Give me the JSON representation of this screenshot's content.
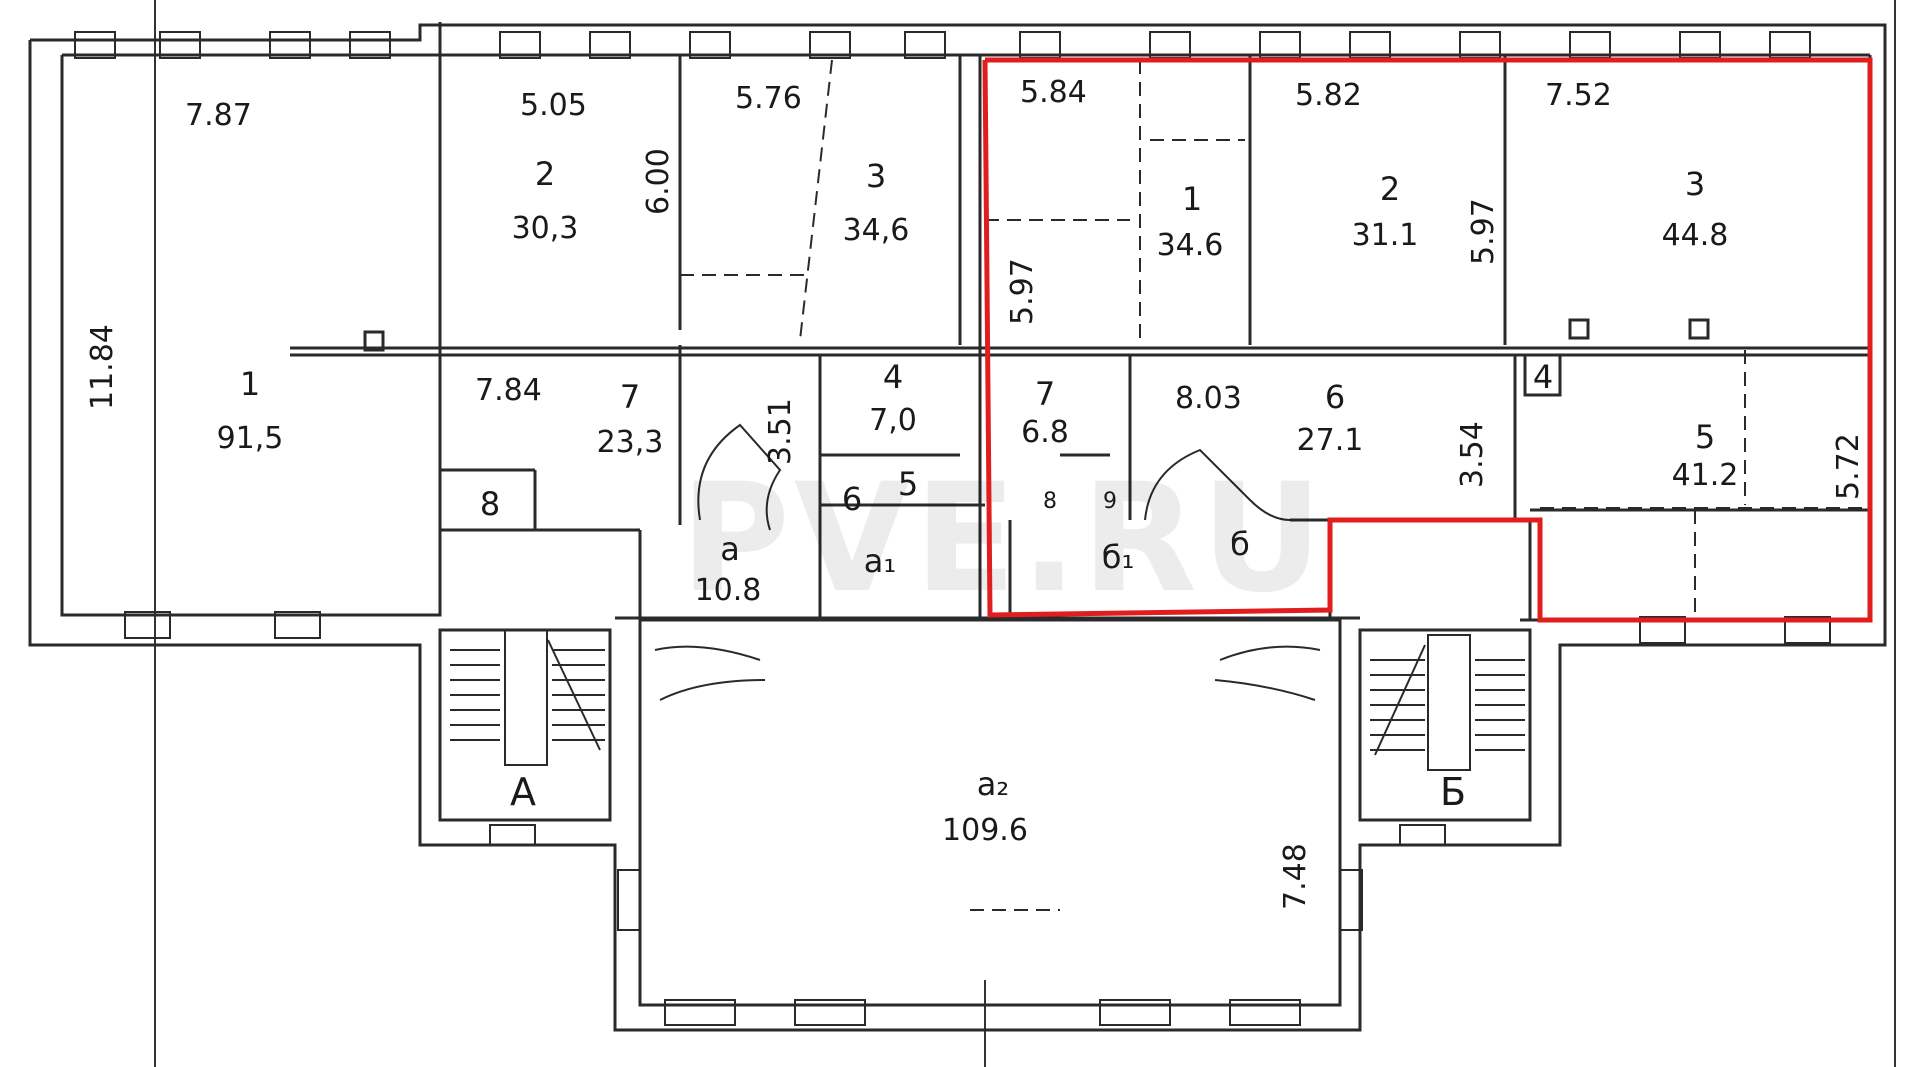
{
  "watermark": "PVE.RU",
  "highlight_color": "#e01e1e",
  "line_color": "#2a2a2a",
  "stairs": {
    "A": "А",
    "B": "Б"
  },
  "dimensions": {
    "left_w": "7.87",
    "left_h": "11.84",
    "r2_w": "5.05",
    "r2_h": "6.00",
    "r3_w": "5.76",
    "r7_w": "7.84",
    "r7_h": "3.51",
    "h1_w": "5.84",
    "h1_h": "5.97",
    "h2_w": "5.82",
    "h2_h": "5.97",
    "h3_w": "7.52",
    "h6_w": "8.03",
    "h6_h": "3.54",
    "h5_h": "5.72",
    "hall_h": "7.48"
  },
  "rooms": {
    "l1_num": "1",
    "l1_area": "91,5",
    "l2_num": "2",
    "l2_area": "30,3",
    "l3_num": "3",
    "l3_area": "34,6",
    "l4_num": "4",
    "l4_area": "7,0",
    "l5_num": "5",
    "l6_num": "6",
    "l7_num": "7",
    "l7_area": "23,3",
    "l8_num": "8",
    "la_num": "а",
    "la_area": "10.8",
    "la1_num": "а₁",
    "hall_num": "а₂",
    "hall_area": "109.6",
    "h1_num": "1",
    "h1_area": "34.6",
    "h2_num": "2",
    "h2_area": "31.1",
    "h3_num": "3",
    "h3_area": "44.8",
    "h4_num": "4",
    "h5_num": "5",
    "h5_area": "41.2",
    "h6_num": "6",
    "h6_area": "27.1",
    "h7_num": "7",
    "h7_area": "6.8",
    "h8_num": "8",
    "h9_num": "9",
    "hb_num": "б",
    "hb1_num": "б₁"
  }
}
